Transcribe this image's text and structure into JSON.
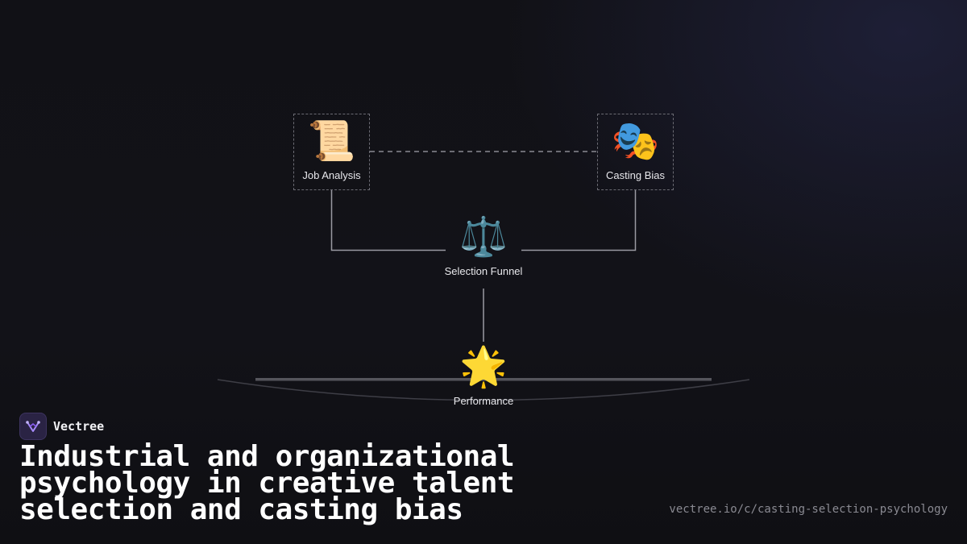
{
  "diagram": {
    "nodes": {
      "job_analysis": {
        "icon": "scroll-icon",
        "glyph": "📜",
        "label": "Job Analysis"
      },
      "casting_bias": {
        "icon": "performing-arts-masks-icon",
        "glyph": "🎭",
        "label": "Casting Bias"
      },
      "selection_funnel": {
        "icon": "balance-scale-icon",
        "glyph": "⚖️",
        "label": "Selection Funnel"
      },
      "performance": {
        "icon": "glowing-star-icon",
        "glyph": "🌟",
        "label": "Performance"
      }
    },
    "edges": [
      {
        "from": "job_analysis",
        "to": "casting_bias",
        "style": "dashed"
      },
      {
        "from": "job_analysis",
        "to": "selection_funnel",
        "style": "solid"
      },
      {
        "from": "casting_bias",
        "to": "selection_funnel",
        "style": "solid"
      },
      {
        "from": "selection_funnel",
        "to": "performance",
        "style": "solid"
      }
    ]
  },
  "brand": {
    "name": "Vectree",
    "logo_icon": "vectree-logo-icon",
    "accent": "#8b5cf6"
  },
  "footer": {
    "title": "Industrial and organizational psychology in creative talent selection and casting bias",
    "url": "vectree.io/c/casting-selection-psychology"
  },
  "colors": {
    "background": "#111116",
    "connector": "#9a9aa2",
    "text": "#ffffff"
  }
}
